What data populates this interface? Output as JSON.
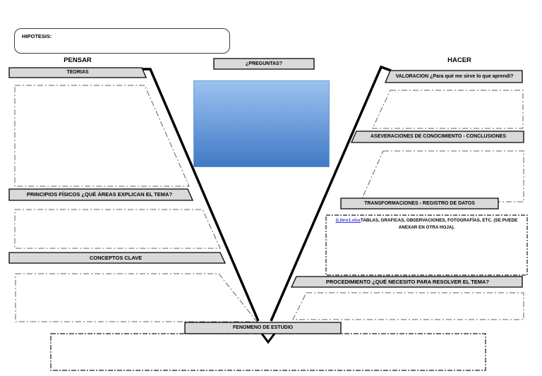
{
  "header": {
    "hipotesis_label": "HIPOTESIS:",
    "left_column_title": "PENSAR",
    "right_column_title": "HACER",
    "preguntas_label": "¿PREGUNTAS?"
  },
  "left_side": {
    "teorias_label": "TEORIAS",
    "principios_label": "PRINCIPIOS FÍSICOS ¿QUÉ ÁREAS EXPLICAN EL TEMA?",
    "conceptos_label": "CONCEPTOS CLAVE"
  },
  "right_side": {
    "valoracion_label": "VALORACION ¿Para qué me sirve lo que aprendí?",
    "aseveraciones_label": "ASEVERACIONES DE CONOCIMIENTO - CONCLUSIONES",
    "transformaciones_label": "TRANSFORMACIONES - REGISTRO DE DATOS",
    "datos_note": {
      "link_text": "(Libro1.xlsx",
      "note_text": "TABLAS, GRAFICAS, OBSERVACIONES, FOTOGRAFÍAS, ETC. (SE PUEDE ANEXAR EN OTRA HOJA)."
    },
    "procedimiento_label": "PROCEDIMIENTO ¿QUÉ NECESITO PARA RESOLVER EL TEMA?"
  },
  "bottom": {
    "fenomeno_label": "FENOMENO DE ESTUDIO"
  },
  "colors": {
    "bar_fill": "#d9d9d9",
    "blue_top": "#9cc3f0",
    "blue_bottom": "#4179c6",
    "link_color": "#3b3bd6"
  }
}
